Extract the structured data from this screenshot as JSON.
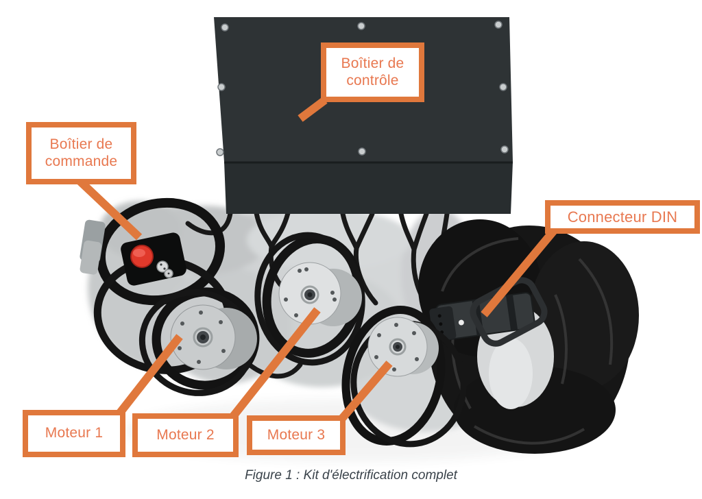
{
  "figure": {
    "caption": "Figure 1 : Kit d'électrification complet"
  },
  "labels": {
    "control_box": "Boîtier de contrôle",
    "command_box": "Boîtier de commande",
    "din_connector": "Connecteur DIN",
    "motor_1": "Moteur 1",
    "motor_2": "Moteur 2",
    "motor_3": "Moteur 3"
  },
  "colors": {
    "accent": "#E0783C",
    "label_text": "#E87850",
    "label_background": "#FFFFFF",
    "caption_text": "#39424A",
    "control_box": "#2E3335",
    "cable_black": "#191919",
    "packing_gray": "#C7CACB",
    "motor_disc_gray": "#DFE1E2",
    "emergency_button_red": "#E0392B"
  }
}
